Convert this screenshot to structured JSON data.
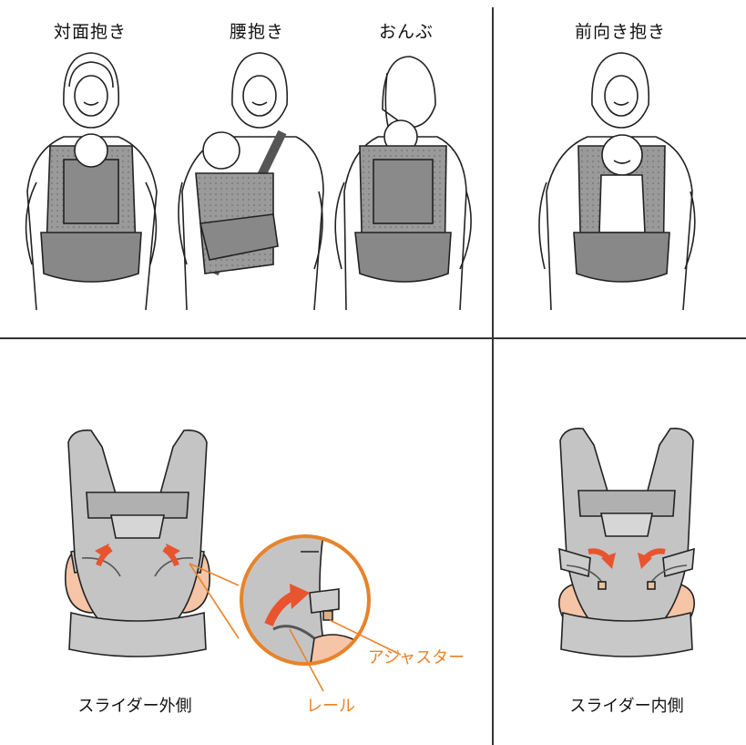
{
  "top_labels": {
    "face_to_face": "対面抱き",
    "hip_carry": "腰抱き",
    "back_carry": "おんぶ",
    "forward_facing": "前向き抱き"
  },
  "bottom_labels": {
    "slider_outside": "スライダー外側",
    "rail": "レール",
    "adjuster": "アジャスター",
    "slider_inside": "スライダー内側"
  },
  "colors": {
    "accent_orange": "#E8832A",
    "arrow_red": "#E8542E",
    "carrier_gray": "#BDBDBD",
    "pad_peach": "#F6C4A6",
    "line": "#222222"
  }
}
